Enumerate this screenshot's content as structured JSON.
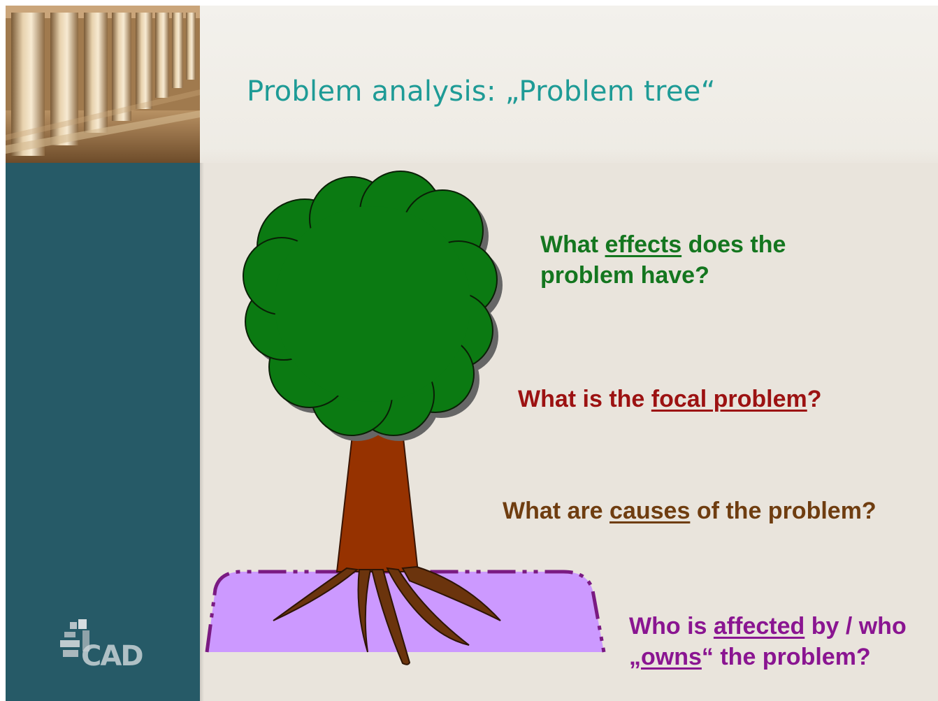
{
  "slide": {
    "title": "Problem analysis: „Problem tree“",
    "questions": {
      "effects": {
        "before": "What ",
        "keyword": "effects",
        "after": " does the",
        "line2": "problem have?",
        "color": "#14761f"
      },
      "focal": {
        "before": "What is the ",
        "keyword": "focal problem",
        "after": "?",
        "color": "#9c1212"
      },
      "causes": {
        "before": "What are ",
        "keyword": "causes",
        "after": " of the problem?",
        "color": "#6f3d10"
      },
      "affected": {
        "line1_before": "Who is ",
        "keyword1": "affected",
        "line1_after": " by / who",
        "line2_before": "„",
        "keyword2": "owns",
        "line2_after": "“ the problem?",
        "color": "#8a1591"
      }
    },
    "logo_text": "CAD",
    "colors": {
      "title": "#1e9b96",
      "sidebar": "#265a67",
      "canopy": "#0b7a12",
      "trunk": "#963200",
      "roots": "#6b340d",
      "ground": "#cc99ff",
      "ground_border": "#7a1a82"
    },
    "icons": {
      "header_image": "pillars-colonnade",
      "tree": "tree-diagram",
      "logo": "institution-logo"
    }
  }
}
